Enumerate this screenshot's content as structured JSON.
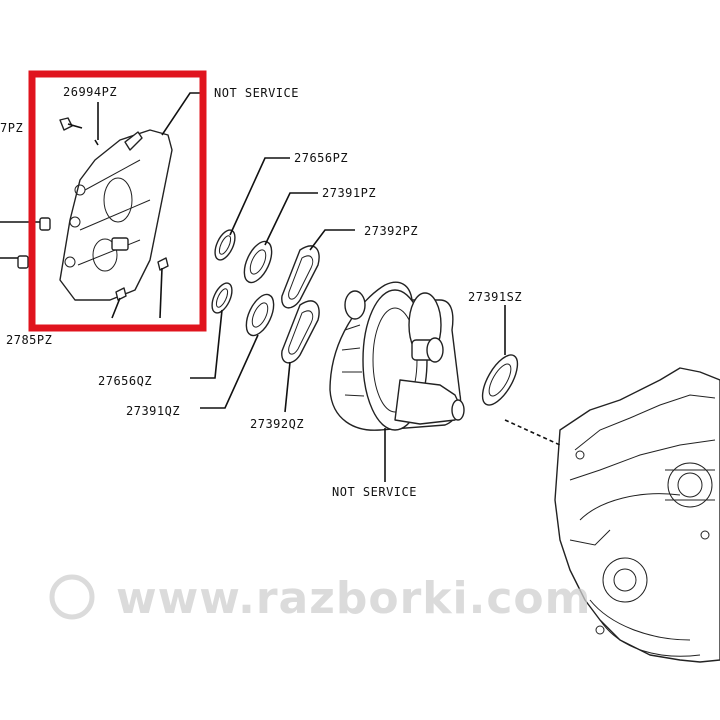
{
  "labels": {
    "p26994": "26994PZ",
    "p7pz": "7PZ",
    "not_service_top": "NOT SERVICE",
    "p27656pz": "27656PZ",
    "p27391pz": "27391PZ",
    "p27392pz": "27392PZ",
    "p27391sz": "27391SZ",
    "p2785": "2785PZ",
    "p27656qz": "27656QZ",
    "p27391qz": "27391QZ",
    "p27392qz": "27392QZ",
    "not_service_bottom": "NOT SERVICE"
  },
  "watermark": {
    "symbol": "©",
    "text": "www.razborki.com"
  },
  "colors": {
    "highlight_box": "#e0141e",
    "line": "#111111",
    "watermark": "#cfcfcf"
  }
}
